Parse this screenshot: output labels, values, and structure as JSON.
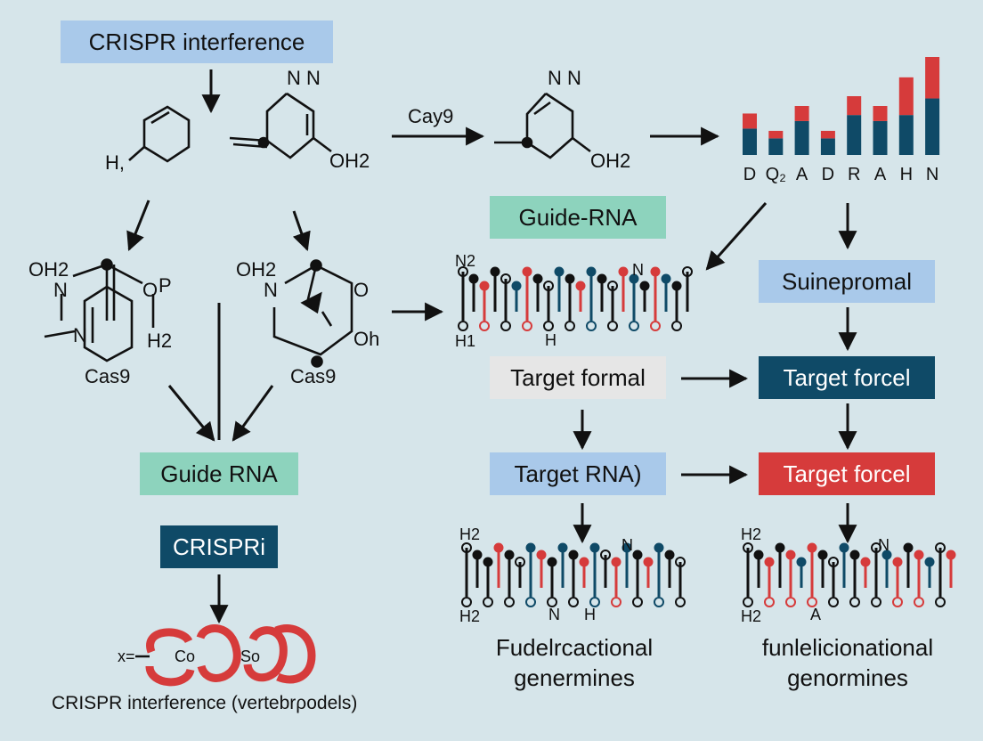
{
  "colors": {
    "background": "#d6e5ea",
    "light_blue": "#a9c9ea",
    "mint": "#8dd3bd",
    "navy": "#0f4a67",
    "red": "#d63b3b",
    "light_gray": "#e6e6e6"
  },
  "boxes": {
    "crispr_interference": "CRISPR interference",
    "guide_rna_top": "Guide-RNA",
    "suinepromal": "Suinepromal",
    "target_formal": "Target formal",
    "target_force_navy": "Target forcel",
    "target_rna": "Target RNA)",
    "target_force_red": "Target forcel",
    "guide_rna_left": "Guide RNA",
    "crispri": "CRISPRi"
  },
  "labels": {
    "cay9": "Cay9",
    "cas9_left": "Cas9",
    "cas9_mid": "Cas9",
    "mol1_h": "H,",
    "mol2_nn": "N N",
    "mol2_oh2": "OH2",
    "mol3_n": "N N",
    "mol3_oh2": "OH2",
    "mol4_oh2": "OH2",
    "mol4_n": "N",
    "mol4_p": "P",
    "mol4_o": "O",
    "mol4_n2": "N",
    "mol4_h2": "H2",
    "mol5_oh2": "OH2",
    "mol5_n": "N",
    "mol5_o1": "O",
    "mol5_o2": "Oh",
    "seq1_n2": "N2",
    "seq1_h1": "H1",
    "seq1_n": "N",
    "seq1_h": "H",
    "seq2_h2": "H2",
    "seq2_h2b": "H2",
    "seq2_n": "N",
    "seq2_n2": "N",
    "seq2_h": "H",
    "seq3_h2": "H2",
    "seq3_h2b": "H2",
    "seq3_n": "N",
    "seq3_a": "A",
    "loop_x": "x=",
    "loop_co": "Co",
    "loop_so": "So",
    "footer": "CRISPR interference (vertebrρodels)",
    "fudel_line1": "Fudelrcactional",
    "fudel_line2": "genermines",
    "funl_line1": "funlelicionational",
    "funl_line2": "genormines"
  },
  "chart_data": {
    "type": "bar",
    "categories": [
      "D",
      "Q₂",
      "A",
      "D",
      "R",
      "A",
      "H",
      "N"
    ],
    "series": [
      {
        "values": [
          0.35,
          0.22,
          0.45,
          0.22,
          0.53,
          0.45,
          0.53,
          0.75
        ]
      },
      {
        "values": [
          0.2,
          0.1,
          0.2,
          0.1,
          0.25,
          0.2,
          0.5,
          0.55
        ]
      }
    ],
    "ylim": [
      0,
      1.3
    ],
    "series_colors": [
      "#0f4a67",
      "#d63b3b"
    ]
  }
}
